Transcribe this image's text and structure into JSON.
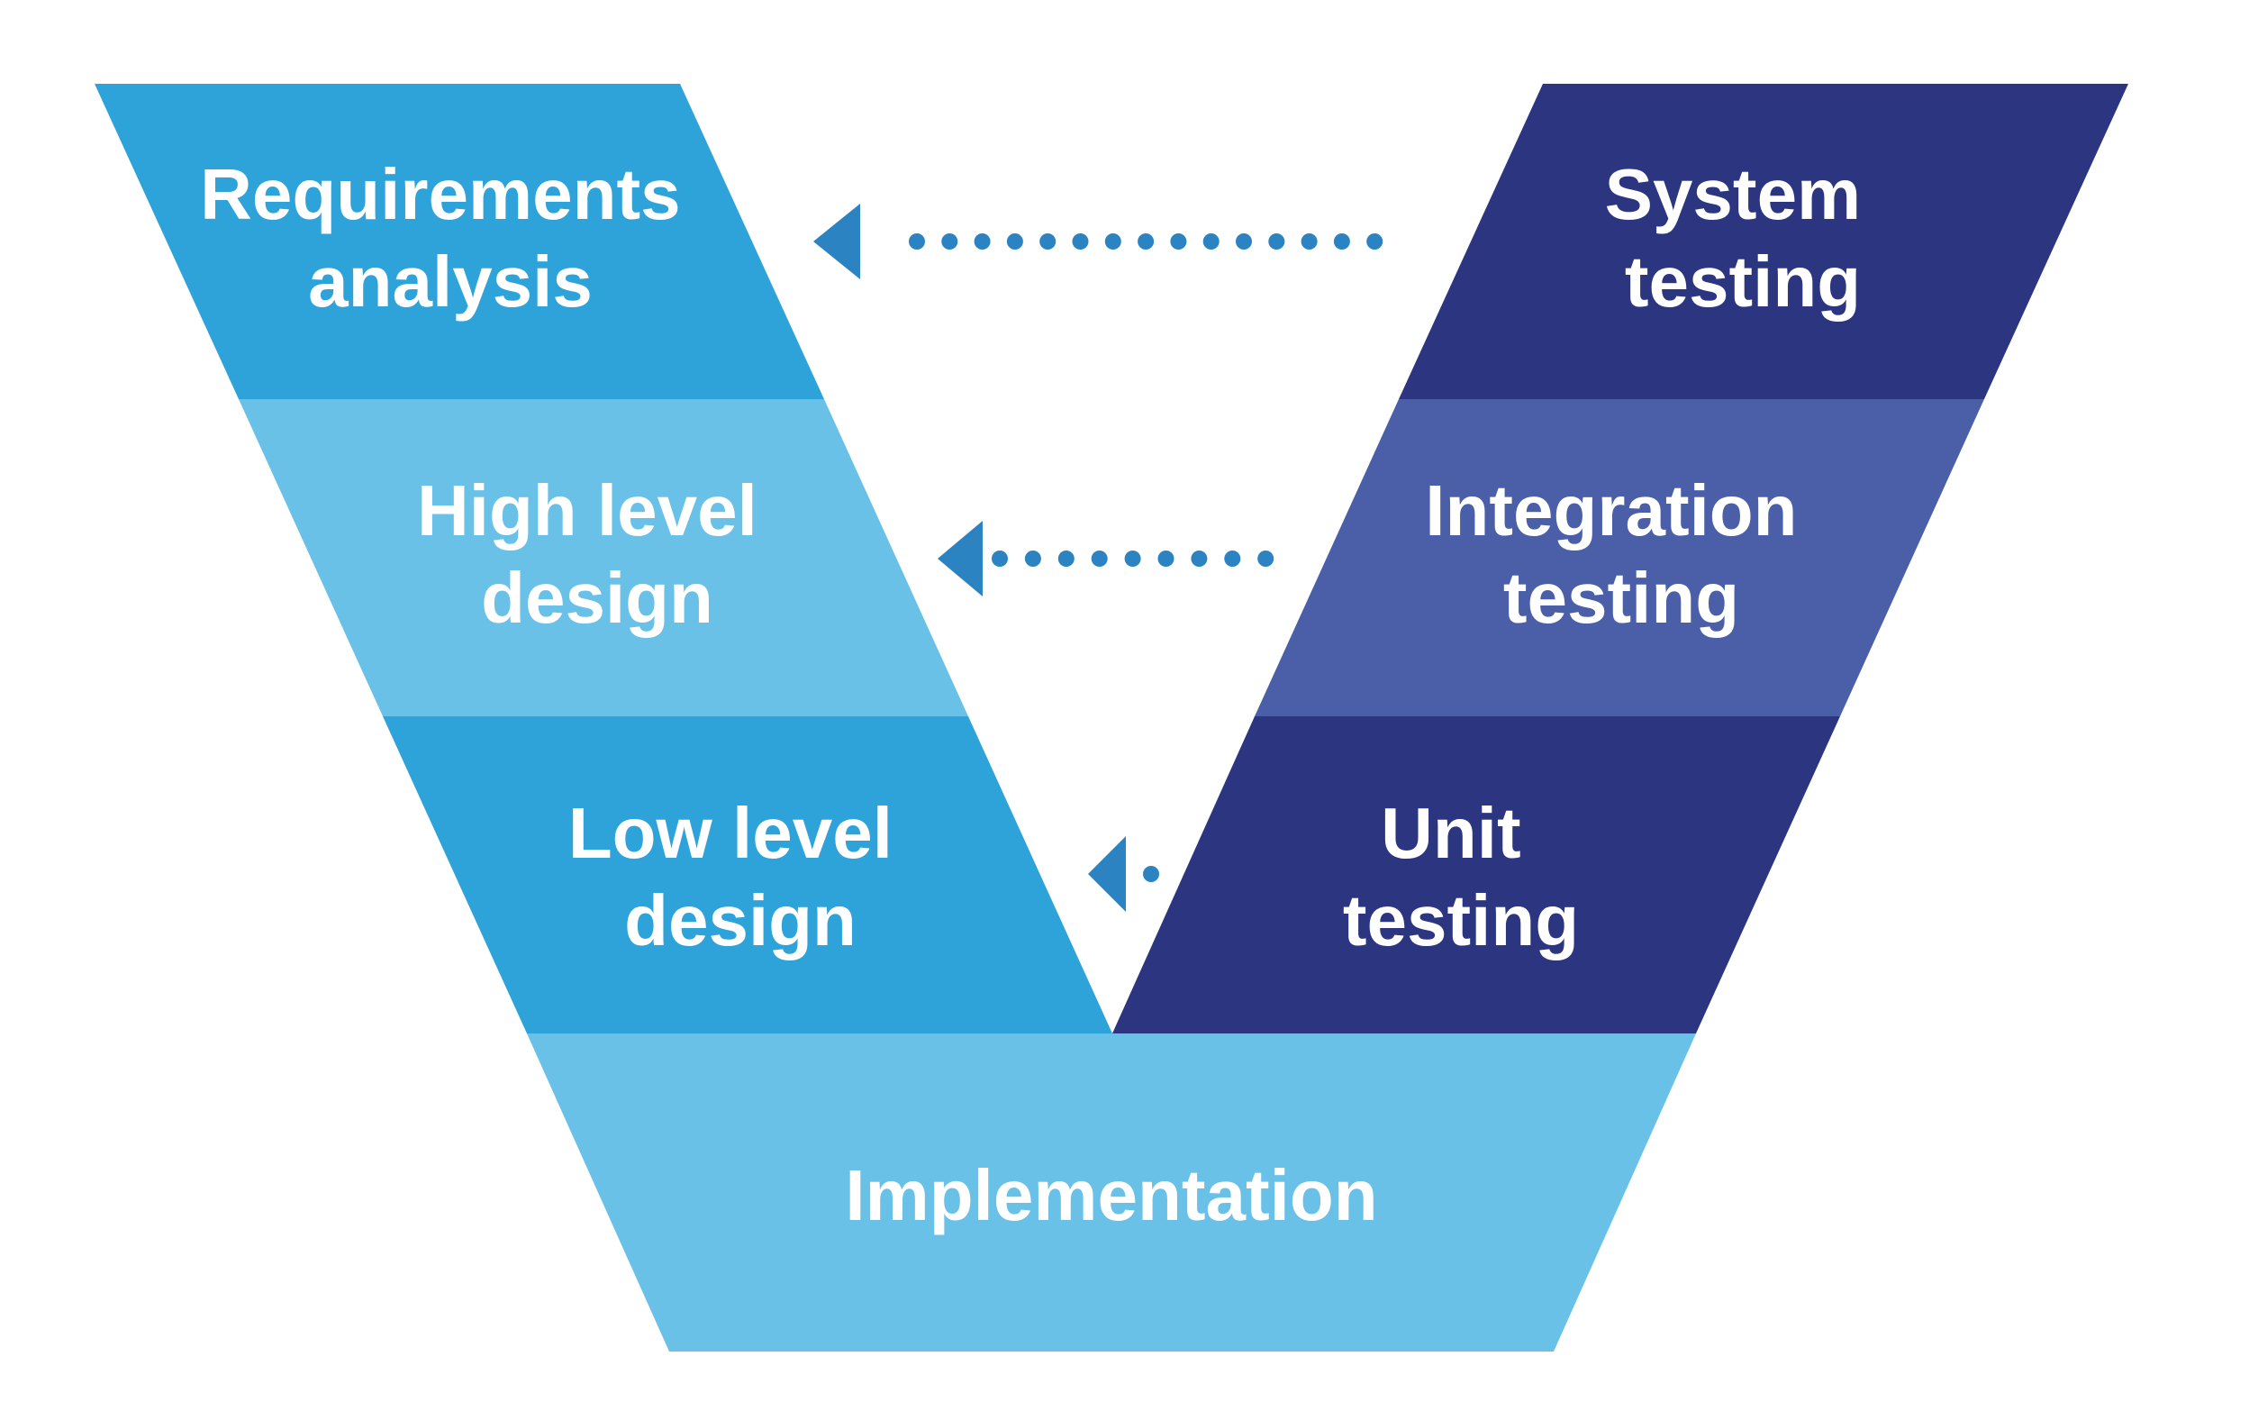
{
  "colors": {
    "background": "#ffffff",
    "left_dark": "#2ea3da",
    "left_light": "#6ac1e8",
    "right_dark": "#2b3580",
    "right_mid": "#4a5fa8",
    "implementation": "#6ac1e8",
    "arrow": "#2b83c2",
    "label": "#ffffff"
  },
  "verification": {
    "requirements": {
      "line1": "Requirements",
      "line2": "analysis"
    },
    "high_level": {
      "line1": "High level",
      "line2": "design"
    },
    "low_level": {
      "line1": "Low level",
      "line2": "design"
    }
  },
  "validation": {
    "system": {
      "line1": "System",
      "line2": "testing"
    },
    "integration": {
      "line1": "Integration",
      "line2": "testing"
    },
    "unit": {
      "line1": "Unit",
      "line2": "testing"
    }
  },
  "implementation": {
    "label": "Implementation"
  },
  "arrows": [
    {
      "from": "System testing",
      "to": "Requirements analysis",
      "style": "dotted"
    },
    {
      "from": "Integration testing",
      "to": "High level design",
      "style": "dotted"
    },
    {
      "from": "Unit testing",
      "to": "Low level design",
      "style": "dotted"
    }
  ]
}
